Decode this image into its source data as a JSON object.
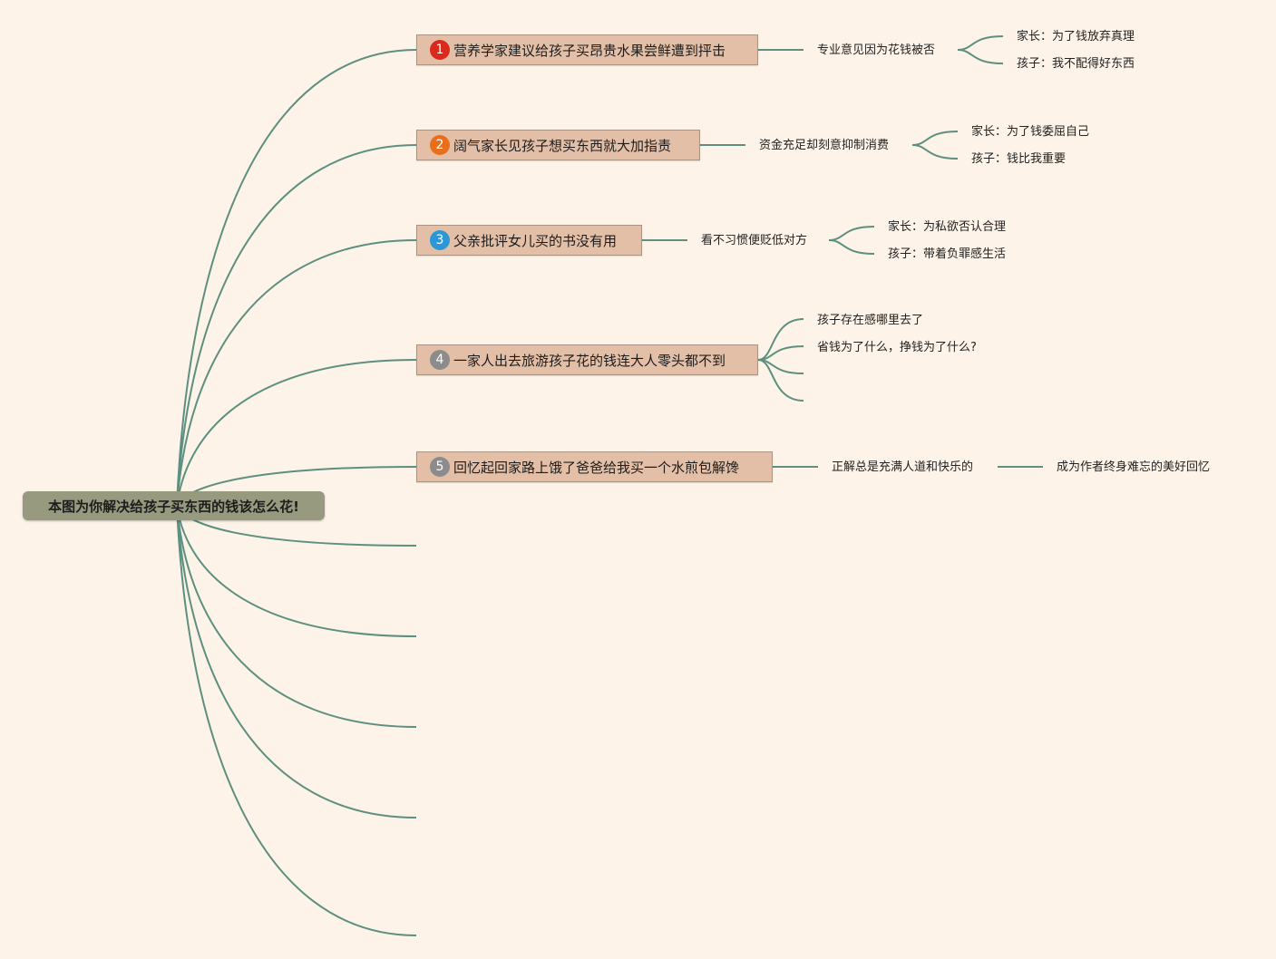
{
  "root": {
    "label": "本图为你解决给孩子买东西的钱该怎么花!"
  },
  "colors": {
    "background": "#fdf3e8",
    "line": "#5d9080",
    "root_fill": "#979a7e",
    "topic_fill": "#e3bfa8"
  },
  "topics": [
    {
      "number": "1",
      "badge_color": "#d92a1c",
      "label": "营养学家建议给孩子买昂贵水果尝鲜遭到抨击",
      "child": "专业意见因为花钱被否",
      "leaves": [
        "家长：为了钱放弃真理",
        "孩子：我不配得好东西"
      ]
    },
    {
      "number": "2",
      "badge_color": "#e76f1c",
      "label": "阔气家长见孩子想买东西就大加指责",
      "child": "资金充足却刻意抑制消费",
      "leaves": [
        "家长：为了钱委屈自己",
        "孩子：钱比我重要"
      ]
    },
    {
      "number": "3",
      "badge_color": "#2b97d6",
      "label": "父亲批评女儿买的书没有用",
      "child": "看不习惯便贬低对方",
      "leaves": [
        "家长：为私欲否认合理",
        "孩子：带着负罪感生活"
      ]
    },
    {
      "number": "4",
      "badge_color": "#8c8c8c",
      "label": "一家人出去旅游孩子花的钱连大人零头都不到",
      "leaves": [
        "孩子存在感哪里去了",
        "省钱为了什么，挣钱为了什么?"
      ]
    },
    {
      "number": "5",
      "badge_color": "#8c8c8c",
      "label": "回忆起回家路上饿了爸爸给我买一个水煎包解馋",
      "child": "正解总是充满人道和快乐的",
      "grandchild": "成为作者终身难忘的美好回忆"
    }
  ]
}
